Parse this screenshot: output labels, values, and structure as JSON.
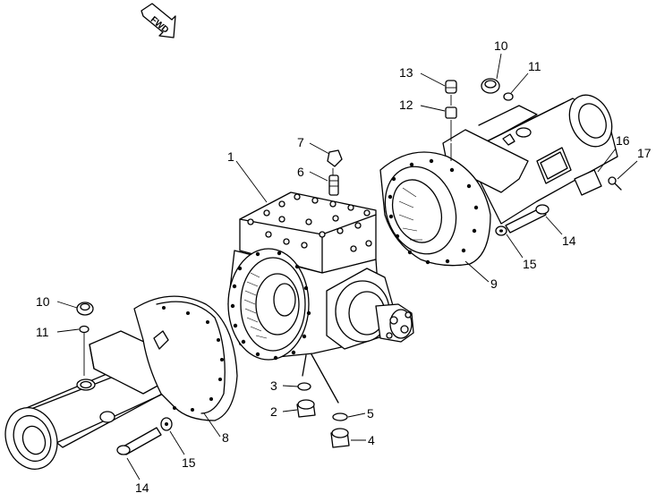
{
  "direction_tag": "FWD",
  "callouts": [
    {
      "id": "c1",
      "text": "1"
    },
    {
      "id": "c2",
      "text": "2"
    },
    {
      "id": "c3",
      "text": "3"
    },
    {
      "id": "c4",
      "text": "4"
    },
    {
      "id": "c5",
      "text": "5"
    },
    {
      "id": "c6",
      "text": "6"
    },
    {
      "id": "c7",
      "text": "7"
    },
    {
      "id": "c8",
      "text": "8"
    },
    {
      "id": "c9",
      "text": "9"
    },
    {
      "id": "c10a",
      "text": "10"
    },
    {
      "id": "c11a",
      "text": "11"
    },
    {
      "id": "c12",
      "text": "12"
    },
    {
      "id": "c13",
      "text": "13"
    },
    {
      "id": "c14a",
      "text": "14"
    },
    {
      "id": "c15a",
      "text": "15"
    },
    {
      "id": "c16",
      "text": "16"
    },
    {
      "id": "c17",
      "text": "17"
    },
    {
      "id": "c10b",
      "text": "10"
    },
    {
      "id": "c11b",
      "text": "11"
    },
    {
      "id": "c14b",
      "text": "14"
    },
    {
      "id": "c15b",
      "text": "15"
    }
  ]
}
